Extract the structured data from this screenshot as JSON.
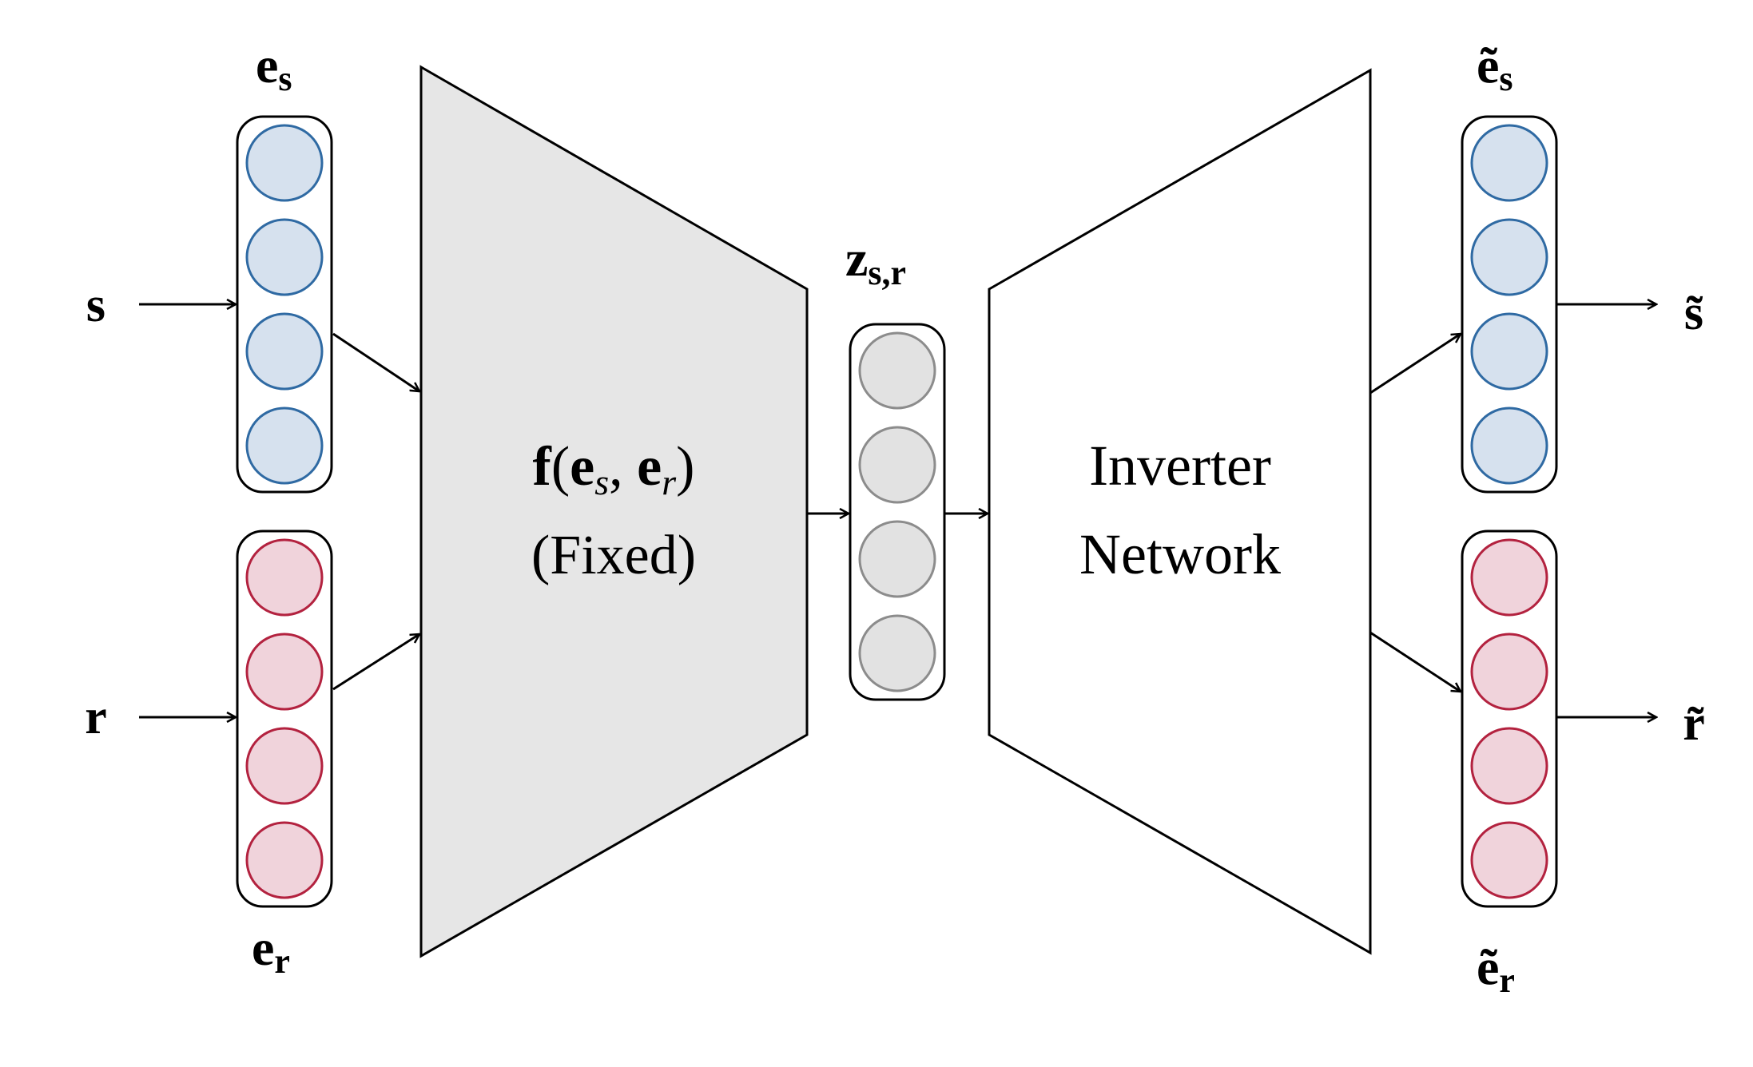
{
  "inputs": {
    "s": "s",
    "r": "r"
  },
  "embeddings": {
    "es_base": "e",
    "es_sub": "s",
    "er_base": "e",
    "er_sub": "r"
  },
  "encoder": {
    "line1_f": "f",
    "line1_open": "(",
    "line1_e1": "e",
    "line1_sub1": "s",
    "line1_comma": ", ",
    "line1_e2": "e",
    "line1_sub2": "r",
    "line1_close": ")",
    "line2": "(Fixed)"
  },
  "latent": {
    "base": "z",
    "sub": "s,r"
  },
  "decoder": {
    "line1": "Inverter",
    "line2": "Network"
  },
  "reconstructions": {
    "es_base": "ẽ",
    "es_sub": "s",
    "er_base": "ẽ",
    "er_sub": "r"
  },
  "outputs": {
    "s": "s̃",
    "r": "r̃"
  },
  "colors": {
    "encoder_fill": "#e6e6e6",
    "blue_fill": "#d6e1ee",
    "blue_stroke": "#2f6aa3",
    "red_fill": "#f0d3db",
    "red_stroke": "#b3223f",
    "gray_fill": "#e2e2e2",
    "gray_stroke": "#8c8c8c"
  },
  "node_icons": {
    "blue": "blue-neuron-icon",
    "red": "red-neuron-icon",
    "gray": "gray-neuron-icon"
  }
}
